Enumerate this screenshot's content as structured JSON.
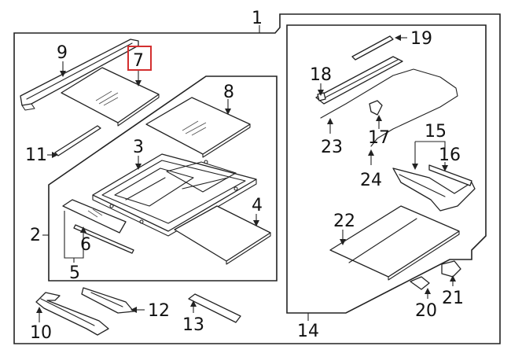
{
  "callouts": {
    "c1": "1",
    "c2": "2",
    "c3": "3",
    "c4": "4",
    "c5": "5",
    "c6": "6",
    "c7": "7",
    "c8": "8",
    "c9": "9",
    "c10": "10",
    "c11": "11",
    "c12": "12",
    "c13": "13",
    "c14": "14",
    "c15": "15",
    "c16": "16",
    "c17": "17",
    "c18": "18",
    "c19": "19",
    "c20": "20",
    "c21": "21",
    "c22": "22",
    "c23": "23",
    "c24": "24"
  },
  "highlight": {
    "callout": "7",
    "color": "#d32f2f"
  },
  "colors": {
    "line": "#222222",
    "background": "#ffffff"
  }
}
